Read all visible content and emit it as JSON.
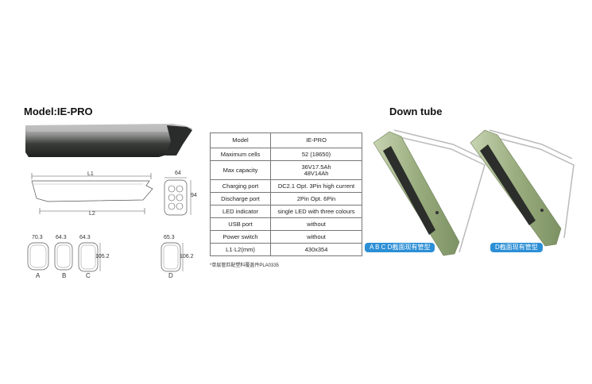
{
  "model_title": "Model:IE-PRO",
  "down_tube_title": "Down tube",
  "dimensions": {
    "side_length_top": "L1",
    "side_length_bottom": "L2",
    "end_width": "64",
    "end_height": "94",
    "profile_a_width": "70.3",
    "profile_b_width": "64.3",
    "profile_c_width": "64.3",
    "profile_c_height": "105.2",
    "profile_d_width": "65.3",
    "profile_d_height": "106.2",
    "label_a": "A",
    "label_b": "B",
    "label_c": "C",
    "label_d": "D"
  },
  "spec_table": {
    "header": {
      "key": "Model",
      "value": "IE-PRO"
    },
    "rows": [
      {
        "key": "Maximum cells",
        "value": "52 (18650)"
      },
      {
        "key": "Max capacity",
        "value": "36V17.5Ah",
        "value2": "48V14Ah"
      },
      {
        "key": "Charging port",
        "value": "DC2.1  Opt. 3Pin high current"
      },
      {
        "key": "Discharge port",
        "value": "2Pin  Opt. 6Pin"
      },
      {
        "key": "LED indicator",
        "value": "single LED with three colours"
      },
      {
        "key": "USB port",
        "value": "without"
      },
      {
        "key": "Power switch",
        "value": "without"
      },
      {
        "key": "L1·L2(mm)",
        "value": "430x354"
      }
    ]
  },
  "footnote": "*单层管匹配塑料覆盖件PLA0335",
  "badges": {
    "abc": "A B C D截面现有管型",
    "d": "D截面现有管型"
  },
  "colors": {
    "badge_blue": "#2c8fd6",
    "battery_green": "#a4b58a",
    "battery_dark": "#3a3d3a"
  }
}
